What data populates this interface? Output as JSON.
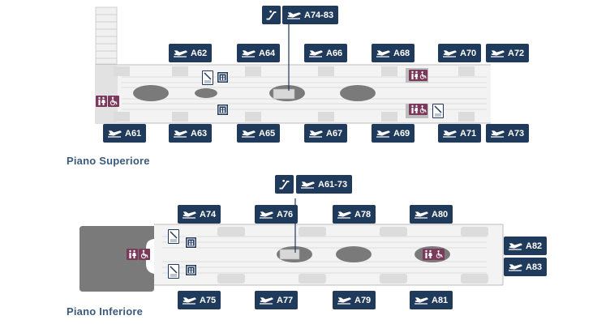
{
  "upper": {
    "label": "Piano Superiore",
    "transfer_gate": "A74-83",
    "gates_top": [
      "A62",
      "A64",
      "A66",
      "A68",
      "A70",
      "A72"
    ],
    "gates_bottom": [
      "A61",
      "A63",
      "A65",
      "A67",
      "A69",
      "A71",
      "A73"
    ]
  },
  "lower": {
    "label": "Piano Inferiore",
    "transfer_gate": "A61-73",
    "gates_top": [
      "A74",
      "A76",
      "A78",
      "A80"
    ],
    "gates_right": [
      "A82",
      "A83"
    ],
    "gates_bottom": [
      "A75",
      "A77",
      "A79",
      "A81"
    ]
  },
  "colors": {
    "gate_bg": "#1f3a5a",
    "floor": "#f3f3f3",
    "pillar": "#7a7a7a",
    "restroom": "#7b3a5c",
    "label": "#3a5a7c"
  },
  "icons": [
    "airplane-icon",
    "escalator-icon",
    "elevator-icon",
    "restroom-icon",
    "wheelchair-icon",
    "no-smoking-icon",
    "smoking-area-icon"
  ]
}
